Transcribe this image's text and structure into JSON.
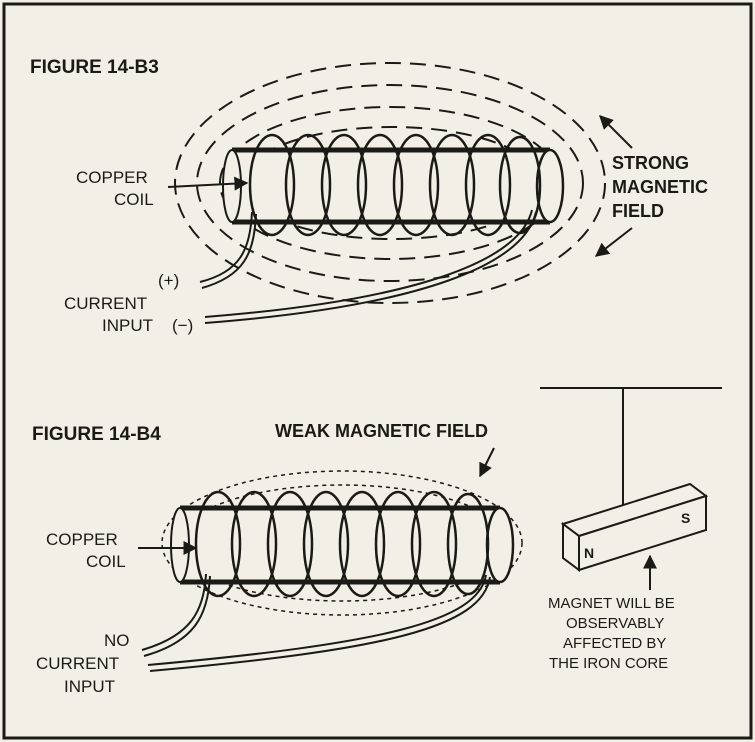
{
  "figure_b3": {
    "title": "FIGURE 14-B3",
    "coil_label": [
      "COPPER",
      "COIL"
    ],
    "field_label": [
      "STRONG",
      "MAGNETIC",
      "FIELD"
    ],
    "plus_sign": "(+)",
    "current_label": [
      "CURRENT",
      "INPUT"
    ],
    "minus_sign": "(−)"
  },
  "figure_b4": {
    "title": "FIGURE 14-B4",
    "field_label": "WEAK MAGNETIC FIELD",
    "coil_label": [
      "COPPER",
      "COIL"
    ],
    "current_label": [
      "NO",
      "CURRENT",
      "INPUT"
    ],
    "magnet_north": "N",
    "magnet_south": "S",
    "magnet_note": [
      "MAGNET WILL BE",
      "OBSERVABLY",
      "AFFECTED BY",
      "THE IRON CORE"
    ]
  },
  "colors": {
    "background": "#f4efe6",
    "ink": "#1c1a17"
  }
}
